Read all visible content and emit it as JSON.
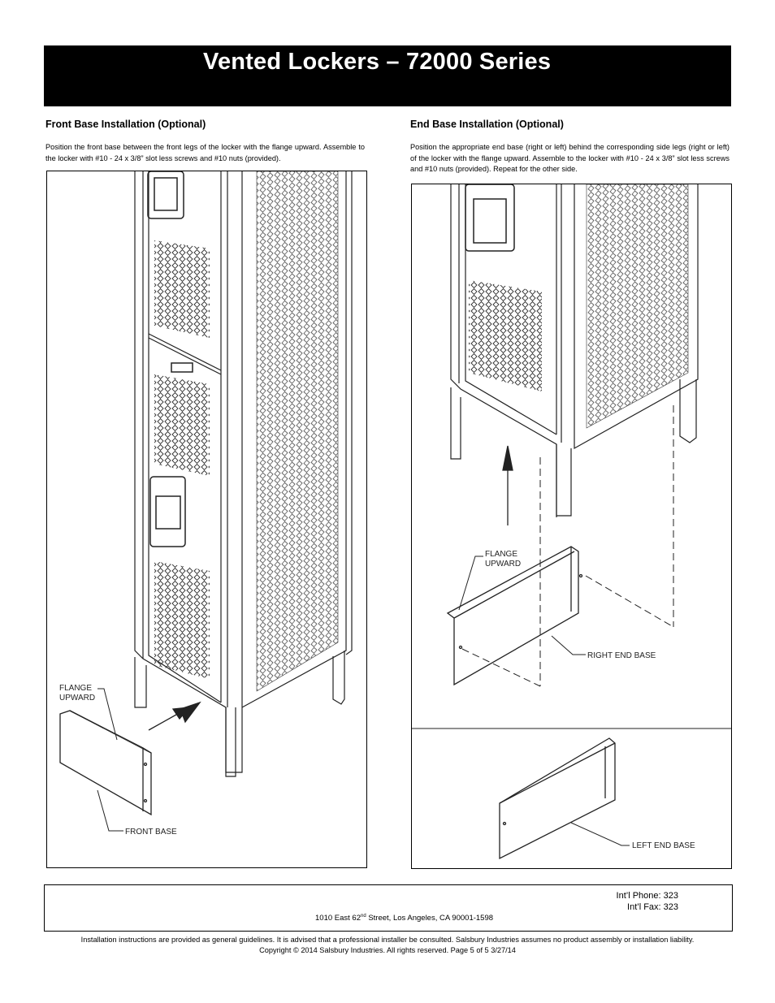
{
  "title": "Vented Lockers – 72000 Series",
  "left": {
    "heading": "Front Base Installation (Optional)",
    "text": "Position the front base between the front legs of the locker with the flange upward. Assemble to the locker with #10 - 24 x 3/8” slot less screws and #10 nuts (provided).",
    "labels": {
      "flange1": "FLANGE",
      "flange2": "UPWARD",
      "front_base": "FRONT BASE"
    }
  },
  "right": {
    "heading": "End Base Installation (Optional)",
    "text": "Position the appropriate end base (right or left) behind the corresponding side legs (right or left) of the locker with the flange upward. Assemble to the locker with #10 - 24 x 3/8” slot less screws and #10 nuts (provided). Repeat for the other side.",
    "labels": {
      "flange1": "FLANGE",
      "flange2": "UPWARD",
      "right_end_base": "RIGHT END BASE",
      "left_end_base": "LEFT END BASE"
    }
  },
  "footer": {
    "phone": "Int’l Phone:  323",
    "fax": "Int’l Fax:  323",
    "address_pre": "1010 East 62",
    "address_sup": "nd",
    "address_post": " Street, Los Angeles, CA 90001-1598",
    "disclaimer": "Installation instructions are provided as general guidelines. It is advised that a professional installer be consulted. Salsbury Industries assumes no product assembly or installation liability.",
    "copyright": "Copyright © 2014 Salsbury Industries.  All rights reserved.   Page 5 of 5  3/27/14"
  }
}
